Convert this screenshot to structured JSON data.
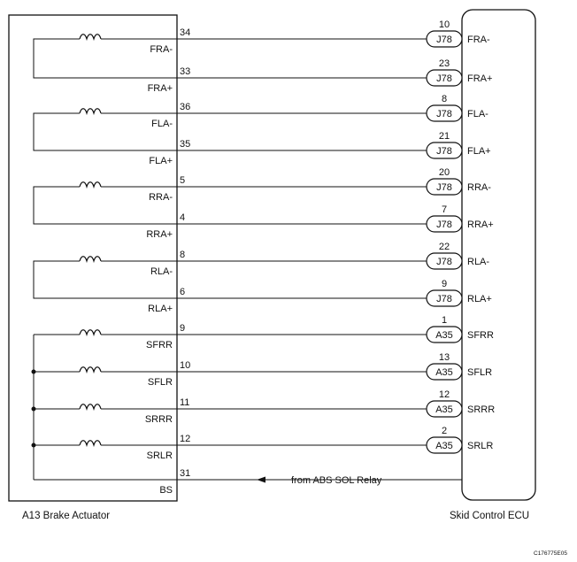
{
  "actuator": {
    "caption": "A13  Brake Actuator"
  },
  "ecu": {
    "caption": "Skid Control ECU"
  },
  "relay_note": "from ABS SOL Relay",
  "figure_code": "C176775E05",
  "circuits": [
    {
      "name": "FRA-",
      "actuator_pin": "34",
      "connector": "J78",
      "ecu_pin": "10",
      "ecu_label": "FRA-"
    },
    {
      "name": "FRA+",
      "actuator_pin": "33",
      "connector": "J78",
      "ecu_pin": "23",
      "ecu_label": "FRA+"
    },
    {
      "name": "FLA-",
      "actuator_pin": "36",
      "connector": "J78",
      "ecu_pin": "8",
      "ecu_label": "FLA-"
    },
    {
      "name": "FLA+",
      "actuator_pin": "35",
      "connector": "J78",
      "ecu_pin": "21",
      "ecu_label": "FLA+"
    },
    {
      "name": "RRA-",
      "actuator_pin": "5",
      "connector": "J78",
      "ecu_pin": "20",
      "ecu_label": "RRA-"
    },
    {
      "name": "RRA+",
      "actuator_pin": "4",
      "connector": "J78",
      "ecu_pin": "7",
      "ecu_label": "RRA+"
    },
    {
      "name": "RLA-",
      "actuator_pin": "8",
      "connector": "J78",
      "ecu_pin": "22",
      "ecu_label": "RLA-"
    },
    {
      "name": "RLA+",
      "actuator_pin": "6",
      "connector": "J78",
      "ecu_pin": "9",
      "ecu_label": "RLA+"
    },
    {
      "name": "SFRR",
      "actuator_pin": "9",
      "connector": "A35",
      "ecu_pin": "1",
      "ecu_label": "SFRR"
    },
    {
      "name": "SFLR",
      "actuator_pin": "10",
      "connector": "A35",
      "ecu_pin": "13",
      "ecu_label": "SFLR"
    },
    {
      "name": "SRRR",
      "actuator_pin": "11",
      "connector": "A35",
      "ecu_pin": "12",
      "ecu_label": "SRRR"
    },
    {
      "name": "SRLR",
      "actuator_pin": "12",
      "connector": "A35",
      "ecu_pin": "2",
      "ecu_label": "SRLR"
    }
  ],
  "bs_line": {
    "name": "BS",
    "actuator_pin": "31"
  }
}
